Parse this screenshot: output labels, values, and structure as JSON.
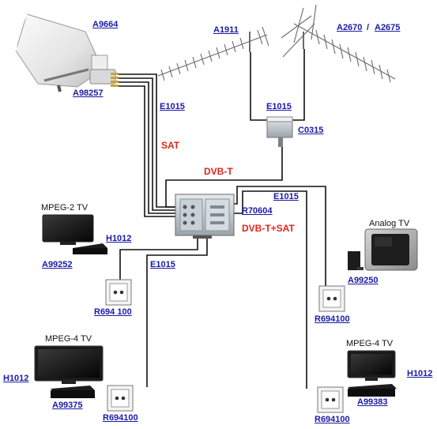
{
  "links": {
    "dish": "A9664",
    "lnb": "A98257",
    "antenna_left": "A1911",
    "antenna_right_a": "A2670",
    "antenna_sep": "/",
    "antenna_right_b": "A2675",
    "cable_antenna": "E1015",
    "combiner": "C0315",
    "cable_sat": "E1015",
    "cable_right": "E1015",
    "multiswitch": "R70604",
    "stb_mpeg2": "H1012",
    "tv_mpeg2": "A99252",
    "cable_bottom": "E1015",
    "socket_top_left": "R694 100",
    "tv_analog": "A99250",
    "socket_right_mid": "R694100",
    "stb_mpeg4_left": "H1012",
    "tv_mpeg4_left": "A99375",
    "socket_bottom_left": "R694100",
    "stb_mpeg4_right": "H1012",
    "tv_mpeg4_right": "A99383",
    "socket_bottom_right": "R694100"
  },
  "signals": {
    "sat": "SAT",
    "dvbt": "DVB-T",
    "dvbt_sat": "DVB-T+SAT"
  },
  "tv_names": {
    "mpeg2": "MPEG-2 TV",
    "analog": "Analog TV",
    "mpeg4_left": "MPEG-4 TV",
    "mpeg4_right": "MPEG-4 TV"
  },
  "colors": {
    "link": "#1a1aa6",
    "signal": "#e0241b",
    "cable": "#111111"
  }
}
